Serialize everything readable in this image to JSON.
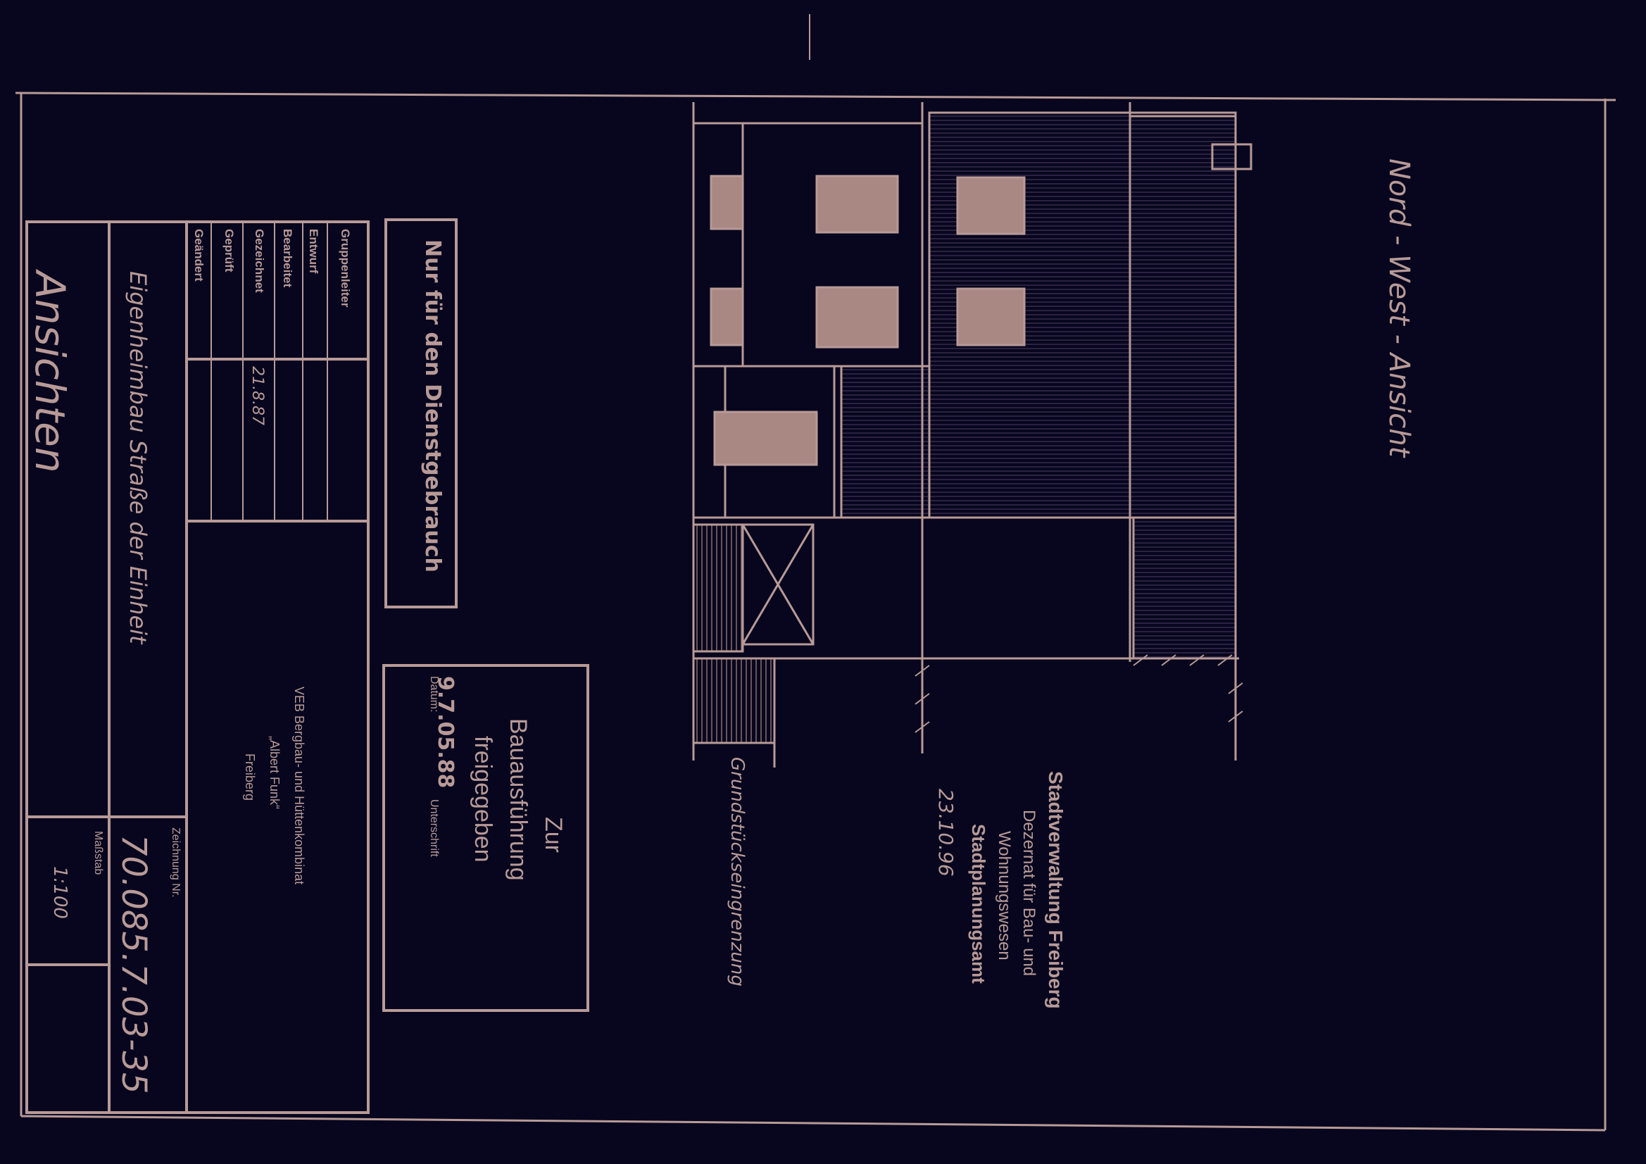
{
  "drawing": {
    "view_title": "Nord - West - Ansicht",
    "boundary_label": "Grundstückseingrenzung"
  },
  "approval_stamp_city": {
    "line1": "Stadtverwaltung Freiberg",
    "line2": "Dezernat für Bau- und",
    "line3": "Wohnungswesen",
    "line4": "Stadtplanungsamt",
    "date_handwritten": "23.10.96"
  },
  "service_stamp": {
    "text": "Nur für den Dienstgebrauch"
  },
  "release_stamp": {
    "line1": "Zur",
    "line2": "Bauausführung",
    "line3": "freigegeben",
    "date_label": "Datum:",
    "date_value": "9.7.05.88",
    "signature_label": "Unterschrift"
  },
  "title_block": {
    "roles": [
      "Gruppenleiter",
      "Entwurf",
      "Bearbeitet",
      "Gezeichnet",
      "Geprüft",
      "Geändert"
    ],
    "drawn_date": "21.8.87",
    "company_line1": "VEB Bergbau- und Hüttenkombinat",
    "company_line2": "„Albert Funk“",
    "company_line3": "Freiberg",
    "project": "Eigenheimbau Straße der Einheit",
    "sheet_title": "Ansichten",
    "drawing_no_label": "Zeichnung Nr.",
    "drawing_no": "70.085.7.03-35",
    "scale_label": "Maßstab",
    "scale": "1:100"
  },
  "colors": {
    "background": "#07061e",
    "line": "#b89a97",
    "fill": "#a98783"
  }
}
